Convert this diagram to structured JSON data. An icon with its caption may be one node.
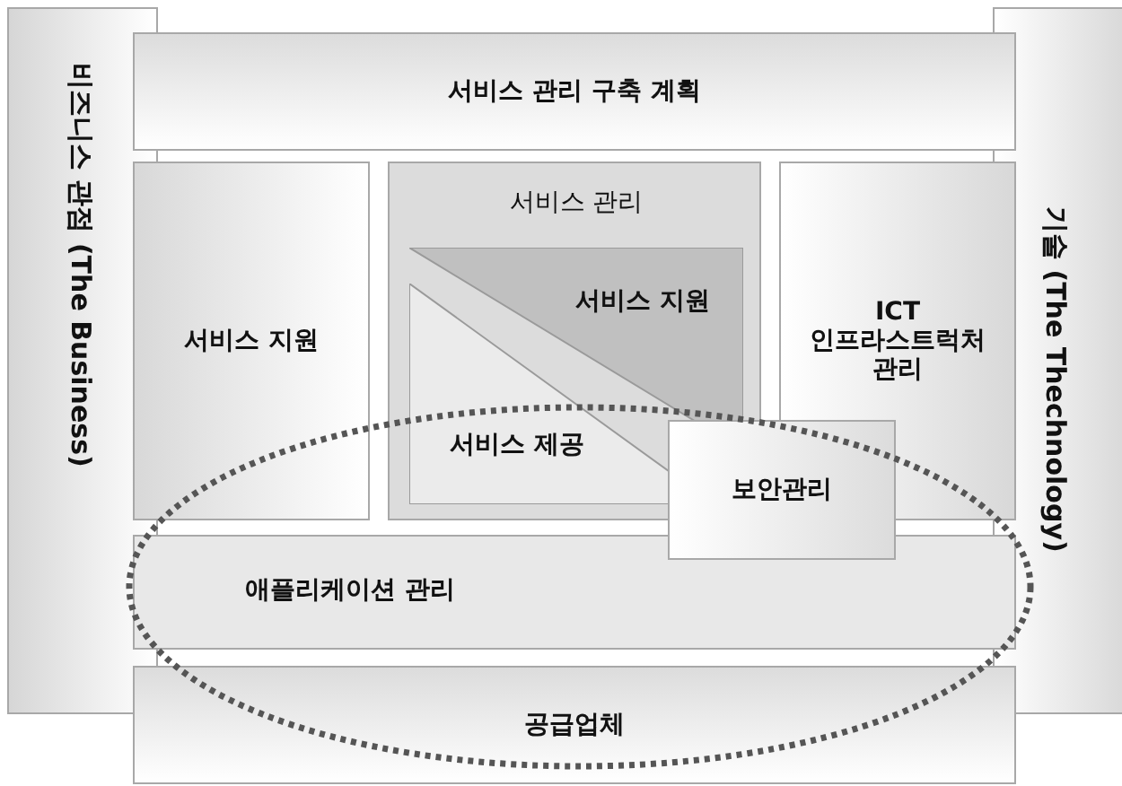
{
  "diagram": {
    "nodes": [
      {
        "text": [
          "비즈니스 관점 (The Business)"
        ]
      },
      {
        "text": [
          "기술 (The Thechnology)"
        ]
      },
      {
        "text": [
          "서비스 관리 구축 계획"
        ]
      },
      {
        "text": [
          "서비스 지원"
        ]
      },
      {
        "text": [
          "서비스 관리"
        ]
      },
      {
        "text": [
          "서비스 지원"
        ],
        "in": 4
      },
      {
        "text": [
          "서비스 제공"
        ],
        "in": 4
      },
      {
        "text": [
          "ICT 인프라스트럭처 관리"
        ]
      },
      {
        "text": [
          "보안관리"
        ]
      },
      {
        "text": [
          "애플리케이션 관리"
        ]
      },
      {
        "text": [
          "공급업체"
        ]
      }
    ],
    "edges": []
  }
}
